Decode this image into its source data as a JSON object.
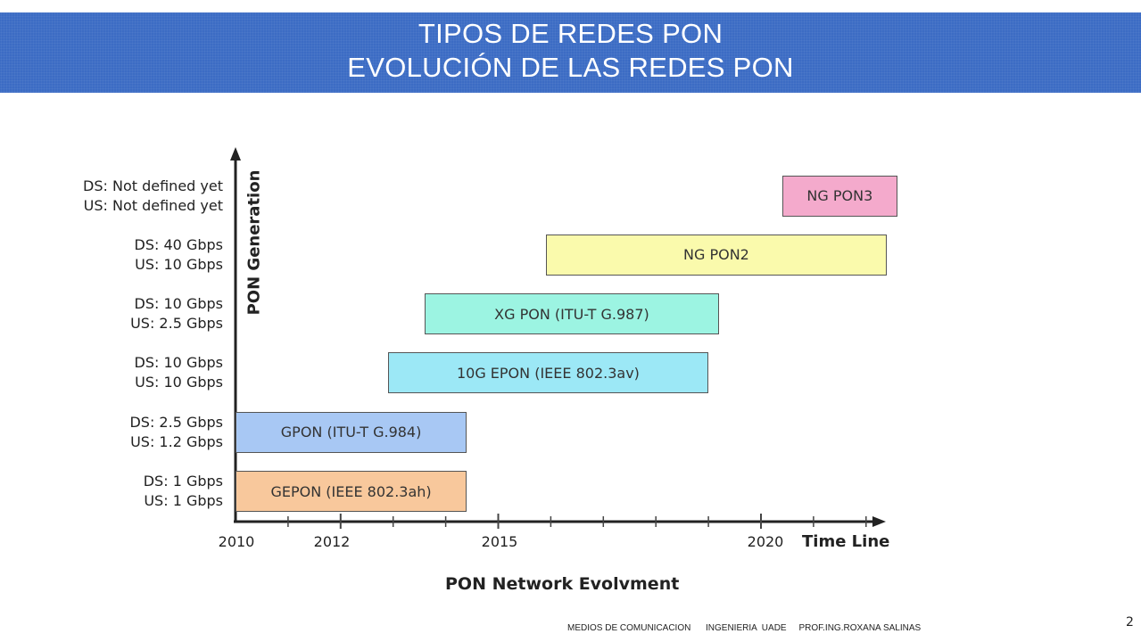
{
  "header": {
    "title_line1": "TIPOS DE REDES PON",
    "title_line2": "EVOLUCIÓN DE LAS REDES PON",
    "background_color": "#3c6cc4"
  },
  "chart_data": {
    "type": "timeline",
    "ylabel": "PON Generation",
    "xlabel": "PON Network Evolvment",
    "x_axis_end_label": "Time Line",
    "x_tick_labels": [
      "2010",
      "2012",
      "2015",
      "2020"
    ],
    "xlim": [
      2010,
      2022.5
    ],
    "y_categories": [
      {
        "ds": "DS: 1 Gbps",
        "us": "US: 1 Gbps"
      },
      {
        "ds": "DS: 2.5 Gbps",
        "us": "US: 1.2 Gbps"
      },
      {
        "ds": "DS: 10 Gbps",
        "us": "US: 10 Gbps"
      },
      {
        "ds": "DS: 10 Gbps",
        "us": "US: 2.5 Gbps"
      },
      {
        "ds": "DS: 40 Gbps",
        "us": "US: 10 Gbps"
      },
      {
        "ds": "DS: Not defined yet",
        "us": "US: Not defined yet"
      }
    ],
    "bars": [
      {
        "label": "GEPON (IEEE 802.3ah)",
        "start": 2010.0,
        "end": 2014.4,
        "row": 0,
        "color": "#f8c89c"
      },
      {
        "label": "GPON (ITU-T G.984)",
        "start": 2010.0,
        "end": 2014.4,
        "row": 1,
        "color": "#a8c8f4"
      },
      {
        "label": "10G EPON (IEEE 802.3av)",
        "start": 2012.9,
        "end": 2019.0,
        "row": 2,
        "color": "#9ce8f6"
      },
      {
        "label": "XG PON (ITU-T G.987)",
        "start": 2013.6,
        "end": 2019.2,
        "row": 3,
        "color": "#9cf4e2"
      },
      {
        "label": "NG PON2",
        "start": 2015.9,
        "end": 2022.4,
        "row": 4,
        "color": "#fafaac"
      },
      {
        "label": "NG PON3",
        "start": 2020.4,
        "end": 2022.6,
        "row": 5,
        "color": "#f4aacc"
      }
    ]
  },
  "footer": {
    "text": "MEDIOS DE COMUNICACION      INGENIERIA  UADE     PROF.ING.ROXANA SALINAS",
    "page_number": "2"
  }
}
